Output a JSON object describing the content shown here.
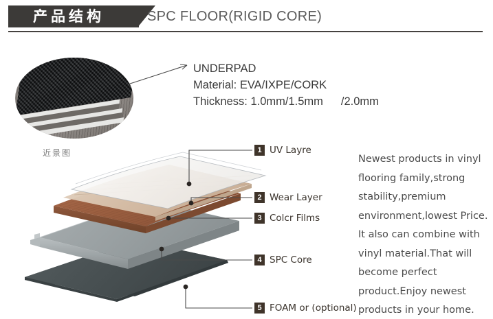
{
  "header": {
    "title_cn": "产品结构",
    "title_en": "SPC FLOOR(RIGID CORE)"
  },
  "photo": {
    "caption": "近景图"
  },
  "underpad": {
    "line1": "UNDERPAD",
    "line2": "Material: EVA/IXPE/CORK",
    "line3a": "Thickness: 1.0mm/1.5mm",
    "line3b": "/2.0mm"
  },
  "layers": [
    {
      "number": "1",
      "label": "UV Layre"
    },
    {
      "number": "2",
      "label": "Wear Layer"
    },
    {
      "number": "3",
      "label": "Colcr Films"
    },
    {
      "number": "4",
      "label": "SPC Core"
    },
    {
      "number": "5",
      "label": "FOAM or (optional)"
    }
  ],
  "blurb": {
    "text": "Newest products in vinyl flooring family,strong stability,premium environment,lowest Price. It also can combine with vinyl material.That will become perfect product.Enjoy newest products in your home."
  },
  "colors": {
    "header_band": "#3c3a38",
    "header_text_en": "#5b5b5b",
    "badge": "#3f342a",
    "uv_layer": "#f2f1ef",
    "wear_layer": "#d8c3ad",
    "color_film": "#9c5f40",
    "spc_core": "#9aa0a2",
    "foam": "#4a5254",
    "leader_line": "#4a4a4a"
  }
}
